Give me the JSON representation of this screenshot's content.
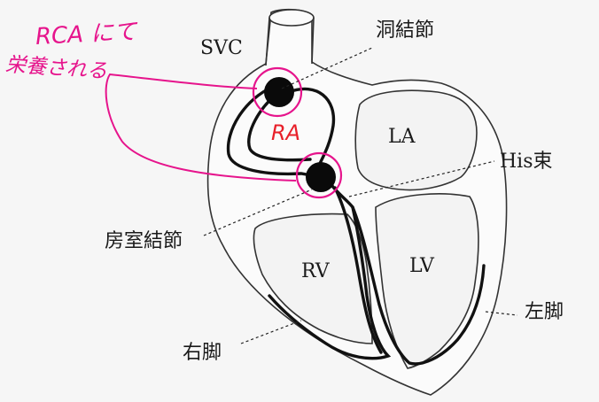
{
  "labels": {
    "svc": "SVC",
    "sa_node": "洞結節",
    "la": "LA",
    "his": "His束",
    "ra": "RA",
    "av_node": "房室結節",
    "rv": "RV",
    "lv": "LV",
    "right_bundle": "右脚",
    "left_bundle": "左脚"
  },
  "annotation": {
    "line1": "RCA にて",
    "line2": "栄養される"
  },
  "colors": {
    "annotation": "#e6148c",
    "ra_label": "#e8202a",
    "ink": "#111111",
    "heart_fill": "#fbfbfb",
    "chamber_fill": "#f3f3f3"
  }
}
